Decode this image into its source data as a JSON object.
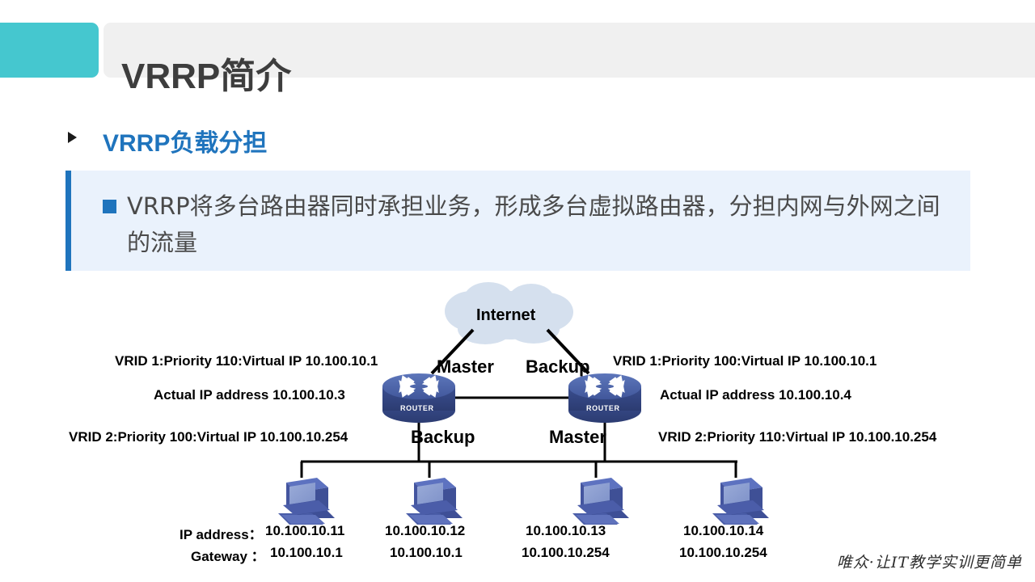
{
  "header": {
    "title": "VRRP简介",
    "accent_color": "#45c7cf",
    "panel_color": "#f0f0f0",
    "title_color": "#3d3d3d"
  },
  "subtitle": {
    "text": "VRRP负载分担",
    "color": "#1f74bd",
    "marker_icon": "triangle-right-icon"
  },
  "callout": {
    "text": "VRRP将多台路由器同时承担业务，形成多台虚拟路由器，分担内网与外网之间的流量",
    "bar_color": "#1f74bd",
    "background_color": "#eaf2fc",
    "bullet_icon": "square-bullet-icon"
  },
  "diagram": {
    "cloud_label": "Internet",
    "cloud_color": "#d5e0ee",
    "router_icon_color": "#4a63a8",
    "router_badge_label": "ROUTER",
    "link_labels": {
      "left_uplink": "Master",
      "right_uplink": "Backup",
      "left_downlink": "Backup",
      "right_downlink": "Master"
    },
    "left_router_labels": [
      "VRID 1:Priority 110:Virtual IP  10.100.10.1",
      "Actual IP address 10.100.10.3",
      "VRID 2:Priority 100:Virtual IP  10.100.10.254"
    ],
    "right_router_labels": [
      "VRID 1:Priority 100:Virtual IP  10.100.10.1",
      "Actual IP address 10.100.10.4",
      "VRID 2:Priority 110:Virtual IP  10.100.10.254"
    ],
    "host_table": {
      "row_labels": [
        "IP address：",
        "Gateway ："
      ],
      "hosts": [
        {
          "ip": "10.100.10.11",
          "gateway": "10.100.10.1"
        },
        {
          "ip": "10.100.10.12",
          "gateway": "10.100.10.1"
        },
        {
          "ip": "10.100.10.13",
          "gateway": "10.100.10.254"
        },
        {
          "ip": "10.100.10.14",
          "gateway": "10.100.10.254"
        }
      ]
    }
  },
  "watermark": {
    "text": "唯众·让IT教学实训更简单"
  }
}
